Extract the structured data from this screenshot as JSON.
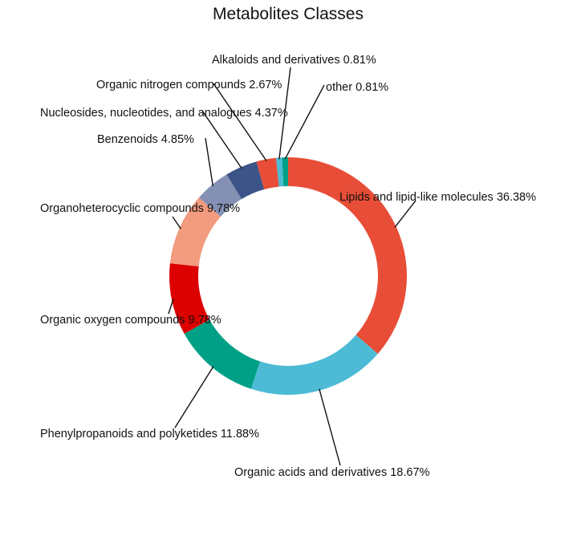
{
  "chart_data": {
    "type": "pie",
    "title": "Metabolites Classes",
    "slices": [
      {
        "label": "Lipids and lipid-like molecules 36.38%",
        "value": 36.38,
        "color": "#e84d37"
      },
      {
        "label": "Organic acids and derivatives 18.67%",
        "value": 18.67,
        "color": "#4dbbd5"
      },
      {
        "label": "Phenylpropanoids and polyketides 11.88%",
        "value": 11.88,
        "color": "#00a087"
      },
      {
        "label": "Organic oxygen compounds 9.78%",
        "value": 9.78,
        "color": "#dc0000"
      },
      {
        "label": "Organoheterocyclic compounds 9.78%",
        "value": 9.78,
        "color": "#f39b7f"
      },
      {
        "label": "Benzenoids 4.85%",
        "value": 4.85,
        "color": "#8491b4"
      },
      {
        "label": "Nucleosides, nucleotides, and analogues 4.37%",
        "value": 4.37,
        "color": "#3c5488"
      },
      {
        "label": "Organic nitrogen compounds 2.67%",
        "value": 2.67,
        "color": "#e84d37"
      },
      {
        "label": "Alkaloids and derivatives 0.81%",
        "value": 0.81,
        "color": "#4dbbd5"
      },
      {
        "label": "other 0.81%",
        "value": 0.81,
        "color": "#00a087"
      }
    ]
  }
}
